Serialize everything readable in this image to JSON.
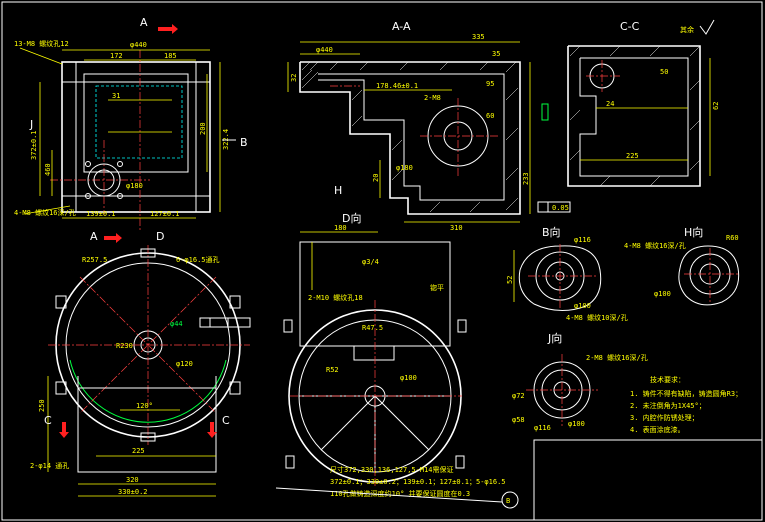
{
  "view_labels": {
    "a_top": "A",
    "a_bottom": "A",
    "section_aa": "A-A",
    "section_cc": "C-C",
    "b_marker": "B",
    "c_left": "C",
    "c_right": "C",
    "d_marker": "D",
    "h_marker": "H",
    "d_view": "D向",
    "b_view": "B向",
    "h_view": "H向",
    "j_view": "J向",
    "j_marker": "J"
  },
  "roughness_note": "其余",
  "front_view_dims": {
    "width_total": "φ440",
    "d172": "172",
    "d185": "185",
    "d31": "31",
    "d372": "372±0.1",
    "d460": "460",
    "d200": "200",
    "d139": "139±0.1",
    "d127": "127±0.1",
    "d180": "φ180",
    "d322": "322.4",
    "note_top": "13-M8 螺纹孔12",
    "note_bottom": "4-M8 螺纹16深/孔"
  },
  "section_aa_dims": {
    "d335": "335",
    "d440": "φ440",
    "d178": "178.46±0.1",
    "d95": "95",
    "d32": "32",
    "d35": "35",
    "d4m8": "2-M8",
    "d60": "60",
    "d180": "φ180",
    "d233": "233",
    "d310": "310",
    "d20": "20",
    "tol": "0.05"
  },
  "section_cc_dims": {
    "d225": "225",
    "d24": "24",
    "d62": "62",
    "d50": "50"
  },
  "bottom_view_dims": {
    "r257": "R257.5",
    "r230": "R230",
    "note_holes": "6-φ16.5通孔",
    "d120": "φ120",
    "d225": "225",
    "d320": "320",
    "d330": "330±0.2",
    "d250": "250",
    "ang": "120°",
    "note_m": "2-φ14 通孔",
    "m44": "φ44"
  },
  "d_view_dims": {
    "d180": "180",
    "note_bolt": "2-M10 螺纹孔18",
    "m34": "φ3/4",
    "r47": "R47.5",
    "d100": "φ100",
    "r52": "R52",
    "spot": "锪平"
  },
  "aux_view_dims": {
    "b_d116": "φ116",
    "b_d100": "φ100",
    "b_d52": "52",
    "b_note": "4-M8 螺纹16深/孔",
    "b_note2": "4-M8 螺纹10深/孔",
    "h_r60": "R60",
    "h_d100": "φ100",
    "j_note": "2-M8 螺纹16深/孔",
    "j_d72": "φ72",
    "j_d58": "φ58",
    "j_d116": "φ116",
    "j_d100": "φ100"
  },
  "notes_bottom": {
    "line1": "尺寸372,330,136,127,5-M14需保证",
    "line2": "372±0.1；330±0.2；139±0.1；127±0.1；5-φ16.5",
    "line3": "110孔做铸造深度约10°  并要保证圆度在0.3"
  },
  "tech_requirements": {
    "title": "技术要求：",
    "items": [
      "1. 铸件不得有缺陷，铸造圆角R3；",
      "2. 未注倒角为1X45°；",
      "3. 内腔作防锈处理；",
      "4. 表面涂底漆。"
    ]
  },
  "colors": {
    "background": "#000000",
    "outline": "#ffffff",
    "dimension": "#ffff00",
    "center": "#ff4040",
    "hidden": "#00ffff",
    "highlight": "#00ff40",
    "arrow": "#ff2020"
  }
}
